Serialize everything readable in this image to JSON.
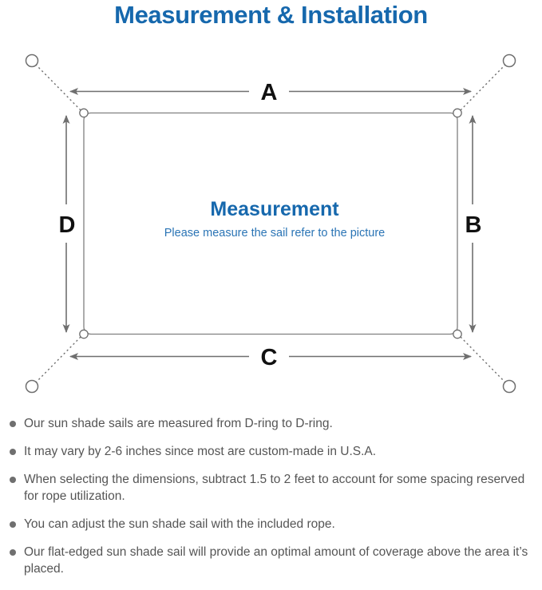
{
  "page": {
    "title": "Measurement & Installation",
    "title_color": "#1668ad",
    "background": "#ffffff"
  },
  "diagram": {
    "name": "shade-sail-measurement-diagram",
    "sail_label_title": "Measurement",
    "sail_label_subtitle": "Please measure the sail refer to the picture",
    "sail_label_color": "#1668ad",
    "line_color": "#6f6f6f",
    "sail_edge_color": "#808080",
    "dimension_labels": [
      {
        "id": "A",
        "label": "A",
        "position": "top",
        "description": "top width dimension"
      },
      {
        "id": "B",
        "label": "B",
        "position": "right",
        "description": "right height dimension"
      },
      {
        "id": "C",
        "label": "C",
        "position": "bottom",
        "description": "bottom width dimension"
      },
      {
        "id": "D",
        "label": "D",
        "position": "left",
        "description": "left height dimension"
      }
    ],
    "anchor_points": [
      {
        "id": "top-left",
        "description": "anchor point top left"
      },
      {
        "id": "top-right",
        "description": "anchor point top right"
      },
      {
        "id": "bottom-left",
        "description": "anchor point bottom left"
      },
      {
        "id": "bottom-right",
        "description": "anchor point bottom right"
      }
    ],
    "d_rings": [
      {
        "id": "d-ring-top-left"
      },
      {
        "id": "d-ring-top-right"
      },
      {
        "id": "d-ring-bottom-left"
      },
      {
        "id": "d-ring-bottom-right"
      }
    ]
  },
  "notes": {
    "bullet_color": "#6f6f6f",
    "text_color": "#555555",
    "items": [
      "Our sun shade sails are measured from D-ring to D-ring.",
      "It may vary by 2-6 inches since most are custom-made in U.S.A.",
      "When selecting the dimensions, subtract 1.5 to 2 feet to account for some spacing reserved for rope utilization.",
      "You can adjust the sun shade sail with the included rope.",
      "Our flat-edged sun shade sail will provide an optimal amount of coverage above the area it’s placed."
    ]
  }
}
